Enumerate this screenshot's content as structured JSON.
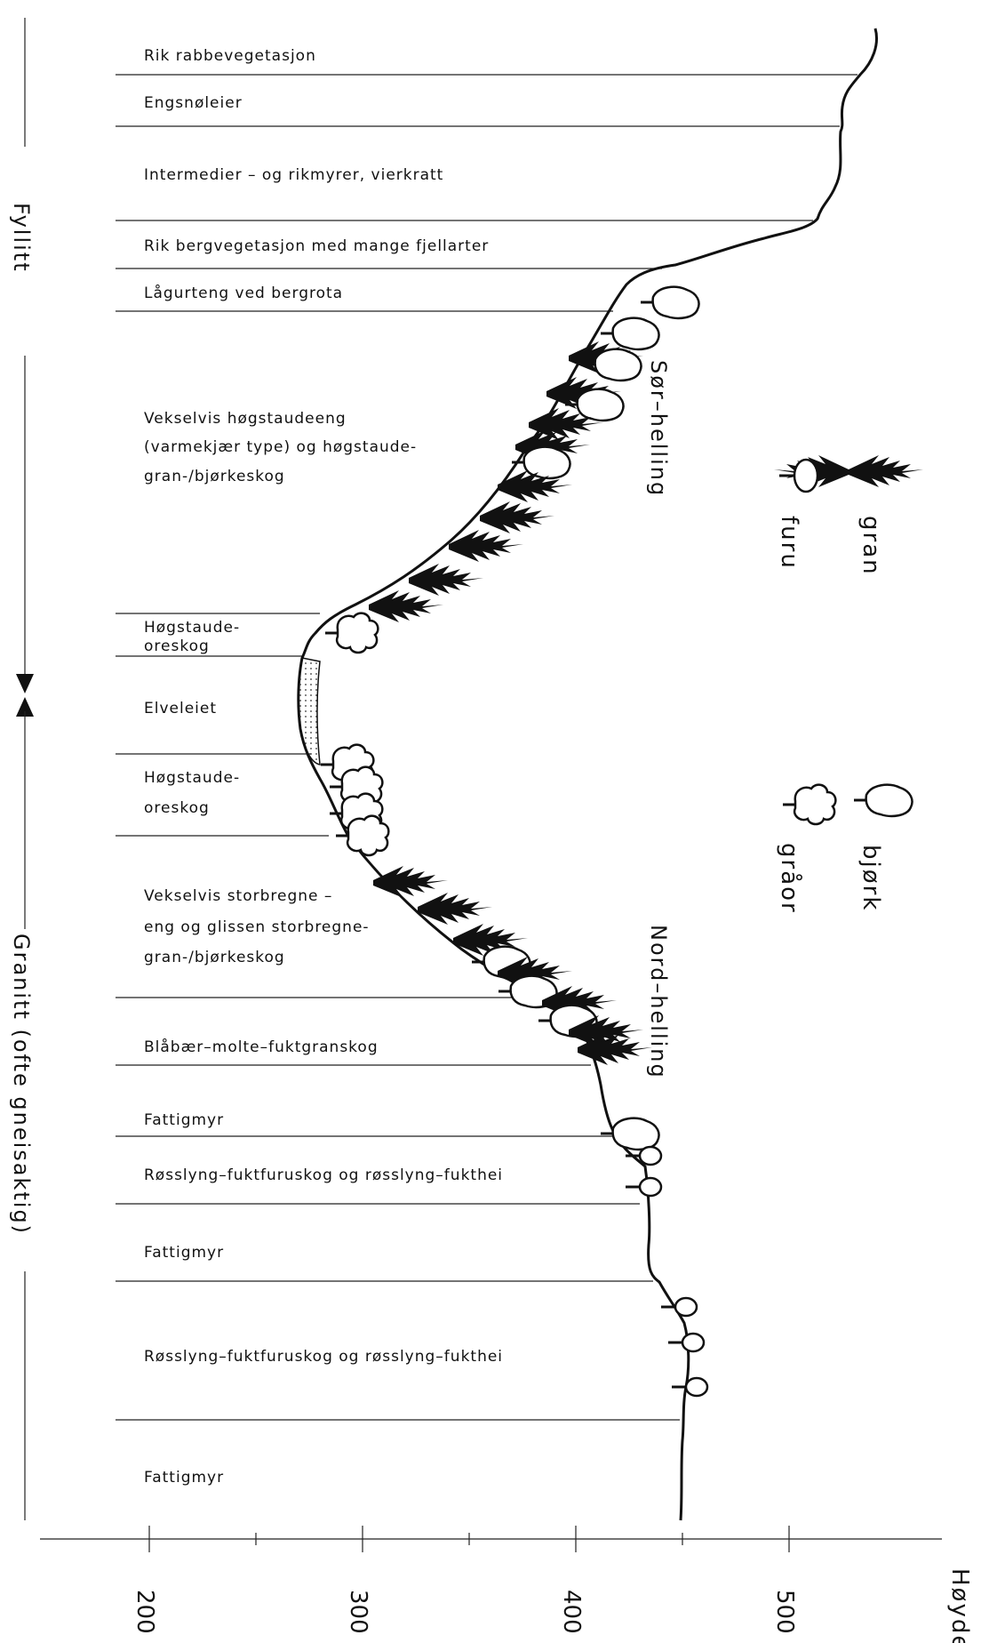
{
  "zones": [
    {
      "id": "z1",
      "lines": [
        "Rik rabbevegetasjon"
      ]
    },
    {
      "id": "z2",
      "lines": [
        "Engsnøleier"
      ]
    },
    {
      "id": "z3",
      "lines": [
        "Intermedier – og rikmyrer, vierkratt"
      ]
    },
    {
      "id": "z4",
      "lines": [
        "Rik bergvegetasjon med mange fjellarter"
      ]
    },
    {
      "id": "z5",
      "lines": [
        "Lågurteng ved bergrota"
      ]
    },
    {
      "id": "z6",
      "lines": [
        "Vekselvis høgstaudeeng",
        "(varmekjær type) og høgstaude-",
        "gran-/bjørkeskog"
      ]
    },
    {
      "id": "z7",
      "lines": [
        "Høgstaude-",
        "oreskog"
      ]
    },
    {
      "id": "z8",
      "lines": [
        "Elveleiet"
      ]
    },
    {
      "id": "z9",
      "lines": [
        "Høgstaude-",
        "oreskog"
      ]
    },
    {
      "id": "z10",
      "lines": [
        "Vekselvis storbregne –",
        "eng og glissen storbregne-",
        "gran-/bjørkeskog"
      ]
    },
    {
      "id": "z11",
      "lines": [
        "Blåbær–molte–fuktgranskog"
      ]
    },
    {
      "id": "z12",
      "lines": [
        "Fattigmyr"
      ]
    },
    {
      "id": "z13",
      "lines": [
        "Røsslyng–fuktfuruskog og røsslyng–fukthei"
      ]
    },
    {
      "id": "z14",
      "lines": [
        "Fattigmyr"
      ]
    },
    {
      "id": "z15",
      "lines": [
        "Røsslyng–fuktfuruskog og røsslyng–fukthei"
      ]
    },
    {
      "id": "z16",
      "lines": [
        "Fattigmyr"
      ]
    }
  ],
  "bedrock": {
    "upper": "Fyllitt",
    "lower": "Granitt (ofte gneisaktig)"
  },
  "slopes": {
    "south": "Sør–helling",
    "north": "Nord–helling"
  },
  "legend": {
    "gran": "gran",
    "furu": "furu",
    "bjork": "bjørk",
    "graor": "gråor"
  },
  "axis": {
    "label": "Høyde",
    "ticks": [
      "200",
      "300",
      "400",
      "500"
    ]
  }
}
